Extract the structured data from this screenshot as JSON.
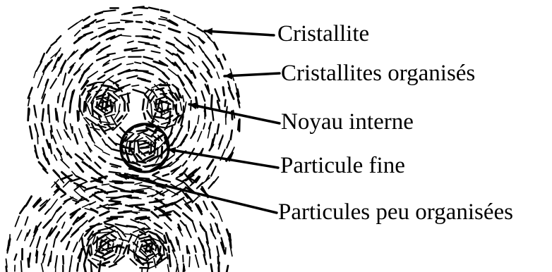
{
  "diagram": {
    "labels": {
      "cristallite": "Cristallite",
      "organised": "Cristallites organisés",
      "core": "Noyau interne",
      "fine_particle": "Particule fine",
      "poorly_organised": "Particules peu organisées"
    },
    "colors": {
      "ink": "#000000",
      "background": "#ffffff"
    }
  }
}
